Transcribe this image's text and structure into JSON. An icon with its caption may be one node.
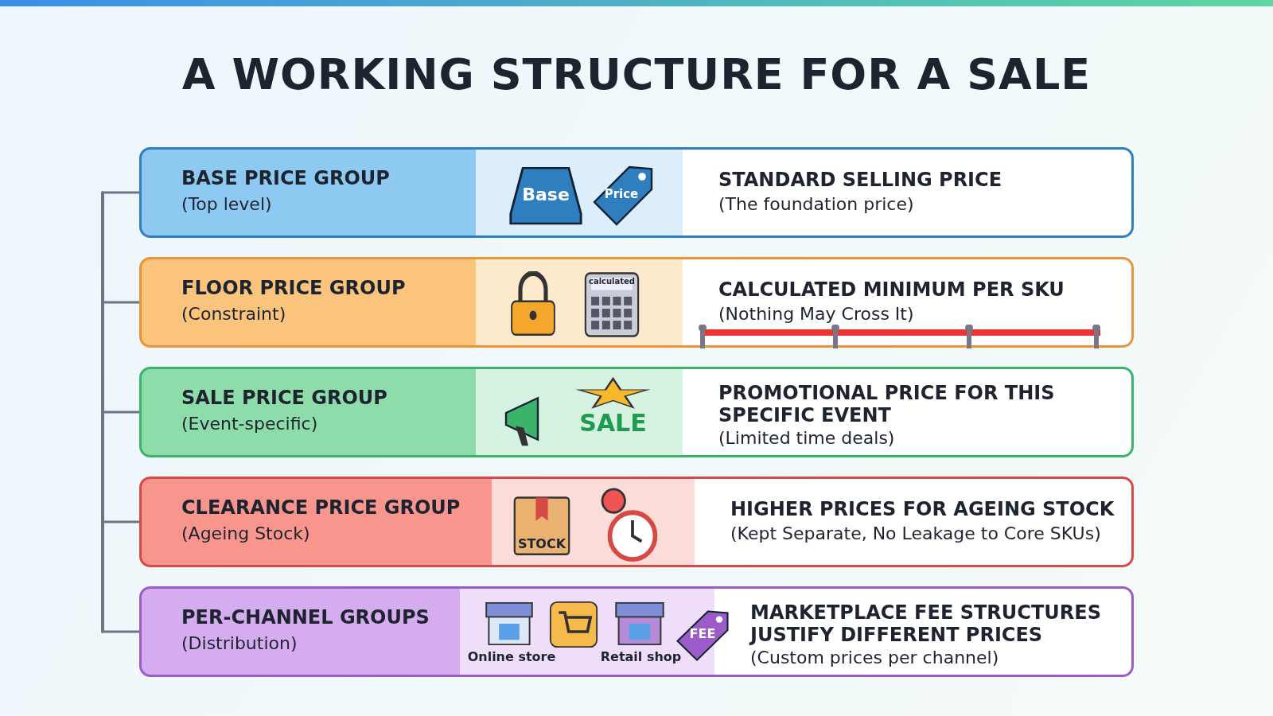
{
  "diagram": {
    "title": "A WORKING STRUCTURE FOR A SALE",
    "nodes": [
      {
        "text": [
          "BASE PRICE GROUP",
          "(Top level)",
          "STANDARD SELLING PRICE",
          "(The foundation price)"
        ]
      },
      {
        "text": [
          "FLOOR PRICE GROUP",
          "(Constraint)",
          "CALCULATED MINIMUM PER SKU",
          "(Nothing May Cross It)"
        ]
      },
      {
        "text": [
          "SALE PRICE GROUP",
          "(Event-specific)",
          "PROMOTIONAL PRICE FOR THIS SPECIFIC EVENT",
          "(Limited time deals)"
        ]
      },
      {
        "text": [
          "CLEARANCE PRICE GROUP",
          "(Ageing Stock)",
          "HIGHER PRICES FOR AGEING STOCK",
          "(Kept Separate, No Leakage to Core SKUs)"
        ]
      },
      {
        "text": [
          "PER-CHANNEL GROUPS",
          "(Distribution)",
          "MARKETPLACE FEE STRUCTURES JUSTIFY DIFFERENT PRICES",
          "(Custom prices per channel)"
        ]
      },
      {
        "text": [],
        "shape": "bar"
      }
    ],
    "edges": [
      {
        "from": 5,
        "to": 0,
        "arrow": "none"
      },
      {
        "from": 5,
        "to": 1,
        "arrow": "none"
      },
      {
        "from": 5,
        "to": 2,
        "arrow": "none"
      },
      {
        "from": 5,
        "to": 3,
        "arrow": "none"
      },
      {
        "from": 5,
        "to": 4,
        "arrow": "none"
      }
    ],
    "labels": [
      "Base",
      "Price",
      "calculated",
      "SALE",
      "STOCK",
      "Online store",
      "Retail shop",
      "FEE"
    ]
  }
}
